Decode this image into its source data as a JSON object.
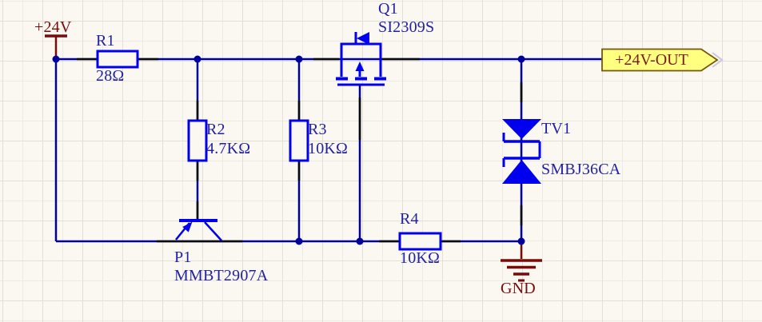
{
  "colors": {
    "background": "#FAF8F1",
    "wire": "#00009B",
    "pin": "#0A0A0A",
    "component_outline": "#0000EF",
    "label_text": "#2222A2",
    "power_net": "#7A0B0B",
    "port_fill": "#FFFF80",
    "port_border": "#77560F",
    "port_text": "#7A1B1B"
  },
  "power": {
    "vcc": "+24V",
    "gnd": "GND"
  },
  "port": {
    "label": "+24V-OUT"
  },
  "components": {
    "R1": {
      "designator": "R1",
      "value": "28Ω"
    },
    "R2": {
      "designator": "R2",
      "value": "4.7KΩ"
    },
    "R3": {
      "designator": "R3",
      "value": "10KΩ"
    },
    "R4": {
      "designator": "R4",
      "value": "10KΩ"
    },
    "Q1": {
      "designator": "Q1",
      "value": "SI2309S"
    },
    "P1": {
      "designator": "P1",
      "value": "MMBT2907A"
    },
    "TV1": {
      "designator": "TV1",
      "value": "SMBJ36CA"
    }
  }
}
